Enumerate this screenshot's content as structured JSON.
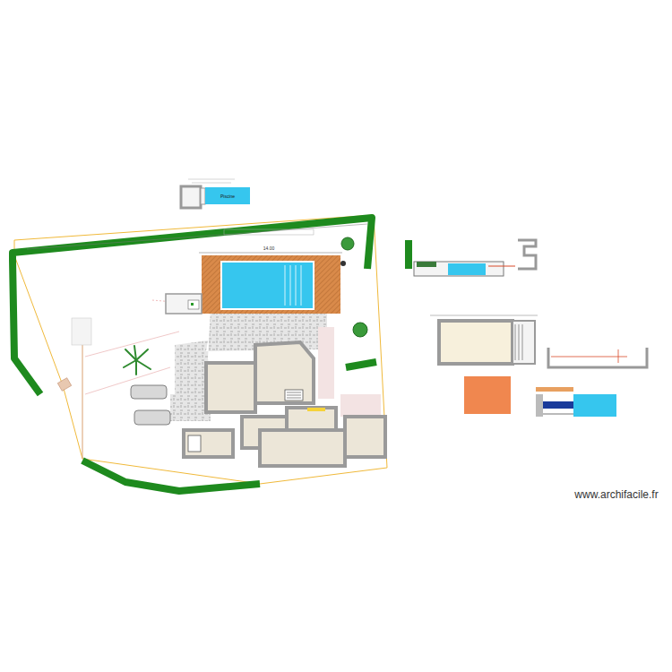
{
  "diagram": {
    "nodes": [
      {
        "text": [
          "Piscine"
        ]
      }
    ],
    "labels": [
      "14.00",
      "www.archifacile.fr"
    ]
  }
}
